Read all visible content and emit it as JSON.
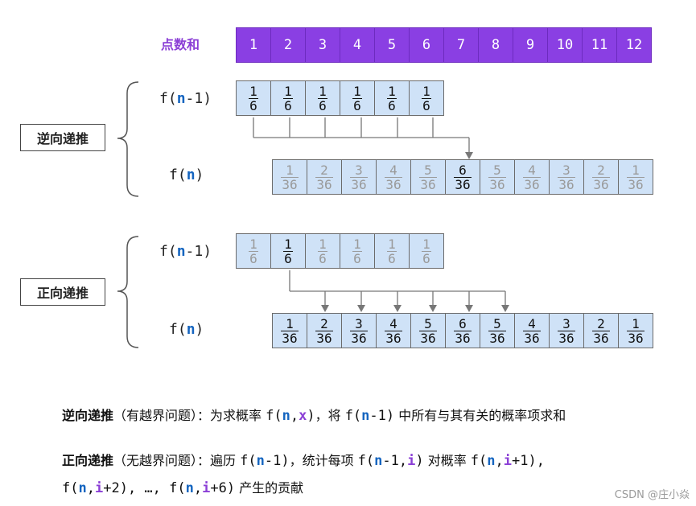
{
  "header": {
    "sum_label": "点数和",
    "sums": [
      "1",
      "2",
      "3",
      "4",
      "5",
      "6",
      "7",
      "8",
      "9",
      "10",
      "11",
      "12"
    ]
  },
  "colors": {
    "purple": "#8a3fe3",
    "cell_blue": "#cfe2f7",
    "n_blue": "#1565c0",
    "arrow_gray": "#777777"
  },
  "reverse": {
    "label": "逆向递推",
    "fn1": {
      "pre": "f(",
      "n": "n",
      "post": "-1)"
    },
    "fn": {
      "pre": "f(",
      "n": "n",
      "post": ")"
    },
    "top_row": [
      {
        "num": "1",
        "den": "6"
      },
      {
        "num": "1",
        "den": "6"
      },
      {
        "num": "1",
        "den": "6"
      },
      {
        "num": "1",
        "den": "6"
      },
      {
        "num": "1",
        "den": "6"
      },
      {
        "num": "1",
        "den": "6"
      }
    ],
    "bottom_row": [
      {
        "num": "1",
        "den": "36",
        "faded": true
      },
      {
        "num": "2",
        "den": "36",
        "faded": true
      },
      {
        "num": "3",
        "den": "36",
        "faded": true
      },
      {
        "num": "4",
        "den": "36",
        "faded": true
      },
      {
        "num": "5",
        "den": "36",
        "faded": true
      },
      {
        "num": "6",
        "den": "36",
        "faded": false
      },
      {
        "num": "5",
        "den": "36",
        "faded": true
      },
      {
        "num": "4",
        "den": "36",
        "faded": true
      },
      {
        "num": "3",
        "den": "36",
        "faded": true
      },
      {
        "num": "2",
        "den": "36",
        "faded": true
      },
      {
        "num": "1",
        "den": "36",
        "faded": true
      }
    ]
  },
  "forward": {
    "label": "正向递推",
    "fn1": {
      "pre": "f(",
      "n": "n",
      "post": "-1)"
    },
    "fn": {
      "pre": "f(",
      "n": "n",
      "post": ")"
    },
    "top_row": [
      {
        "num": "1",
        "den": "6",
        "faded": true
      },
      {
        "num": "1",
        "den": "6",
        "faded": false
      },
      {
        "num": "1",
        "den": "6",
        "faded": true
      },
      {
        "num": "1",
        "den": "6",
        "faded": true
      },
      {
        "num": "1",
        "den": "6",
        "faded": true
      },
      {
        "num": "1",
        "den": "6",
        "faded": true
      }
    ],
    "bottom_row": [
      {
        "num": "1",
        "den": "36"
      },
      {
        "num": "2",
        "den": "36"
      },
      {
        "num": "3",
        "den": "36"
      },
      {
        "num": "4",
        "den": "36"
      },
      {
        "num": "5",
        "den": "36"
      },
      {
        "num": "6",
        "den": "36"
      },
      {
        "num": "5",
        "den": "36"
      },
      {
        "num": "4",
        "den": "36"
      },
      {
        "num": "3",
        "den": "36"
      },
      {
        "num": "2",
        "den": "36"
      },
      {
        "num": "1",
        "den": "36"
      }
    ]
  },
  "notes": {
    "line1": {
      "bold": "逆向递推",
      "paren": "（有越界问题）：为求概率 ",
      "f1": "f(",
      "n": "n",
      "comma": ",",
      "x": "x",
      "close": ")",
      "mid": "，将 ",
      "f2": "f(",
      "n2": "n",
      "m1": "-1)",
      "tail": " 中所有与其有关的概率项求和"
    },
    "line2": {
      "bold": "正向递推",
      "paren": "（无越界问题）：遍历 ",
      "f1": "f(",
      "n": "n",
      "m1": "-1)",
      "mid": "，统计每项 ",
      "f2": "f(",
      "n2": "n",
      "m2": "-1,",
      "i": "i",
      "close2": ")",
      "mid2": " 对概率 ",
      "f3": "f(",
      "n3": "n",
      "c3": ",",
      "i3": "i",
      "p3": "+1),",
      "tail_sep": ""
    },
    "line3": {
      "f1": "f(",
      "n": "n",
      "c1": ",",
      "i": "i",
      "p1": "+2), …, ",
      "f2": "f(",
      "n2": "n",
      "c2": ",",
      "i2": "i",
      "p2": "+6)",
      "tail": " 产生的贡献"
    }
  },
  "watermark": "CSDN @庄小焱"
}
